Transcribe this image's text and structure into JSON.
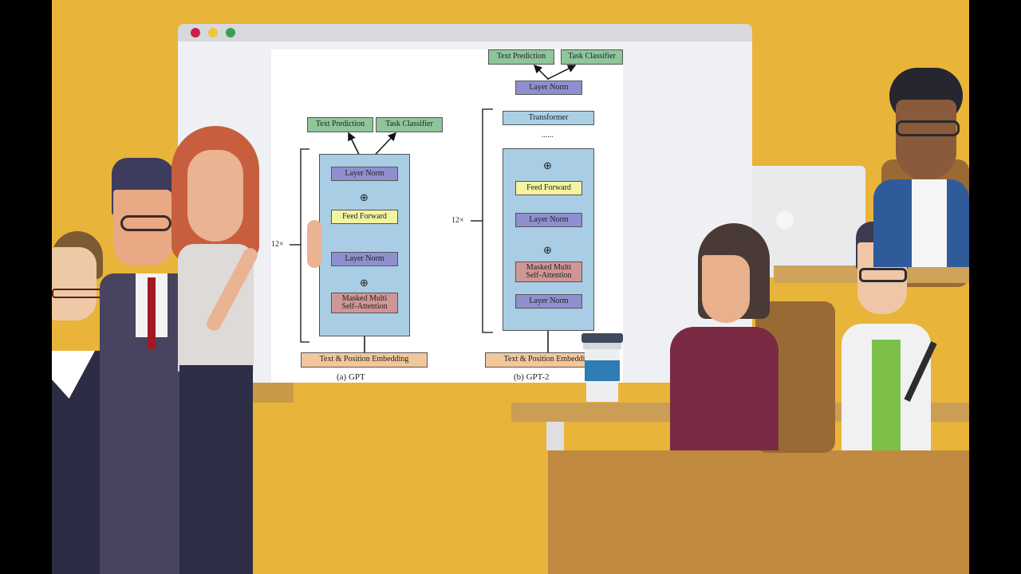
{
  "diagram": {
    "gpt": {
      "outputs": [
        "Text Prediction",
        "Task Classifier"
      ],
      "blocks": [
        "Layer Norm",
        "Feed Forward",
        "Layer Norm",
        "Masked Multi Self-Attention"
      ],
      "masked_line1": "Masked Multi",
      "masked_line2": "Self-Attention",
      "repeat_label": "12×",
      "embedding": "Text & Position Embedding",
      "caption": "(a) GPT",
      "plus": "⊕"
    },
    "gpt2": {
      "outputs": [
        "Text Prediction",
        "Task Classifier"
      ],
      "top_norm": "Layer Norm",
      "transformer": "Transformer",
      "ellipsis": "......",
      "feed_forward": "Feed Forward",
      "layer_norm_mid": "Layer Norm",
      "masked_line1": "Masked Multi",
      "masked_line2": "Self-Attention",
      "layer_norm_bottom": "Layer Norm",
      "repeat_label": "12×",
      "embedding": "Text & Position Embedding",
      "caption": "(b) GPT-2",
      "plus": "⊕"
    }
  },
  "colors": {
    "background": "#e8b43a",
    "window_close": "#c8204a",
    "window_min": "#f0c43c",
    "window_max": "#3aa050"
  }
}
